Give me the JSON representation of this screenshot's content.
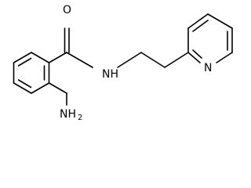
{
  "atoms": {
    "carbonyl_oxygen": "O",
    "amide_nitrogen": "NH",
    "pyridine_nitrogen": "N",
    "amino_group": {
      "symbol": "NH",
      "subscript": "2"
    }
  },
  "colors": {
    "bond": "#000000",
    "label": "#000000",
    "background": "#ffffff"
  }
}
